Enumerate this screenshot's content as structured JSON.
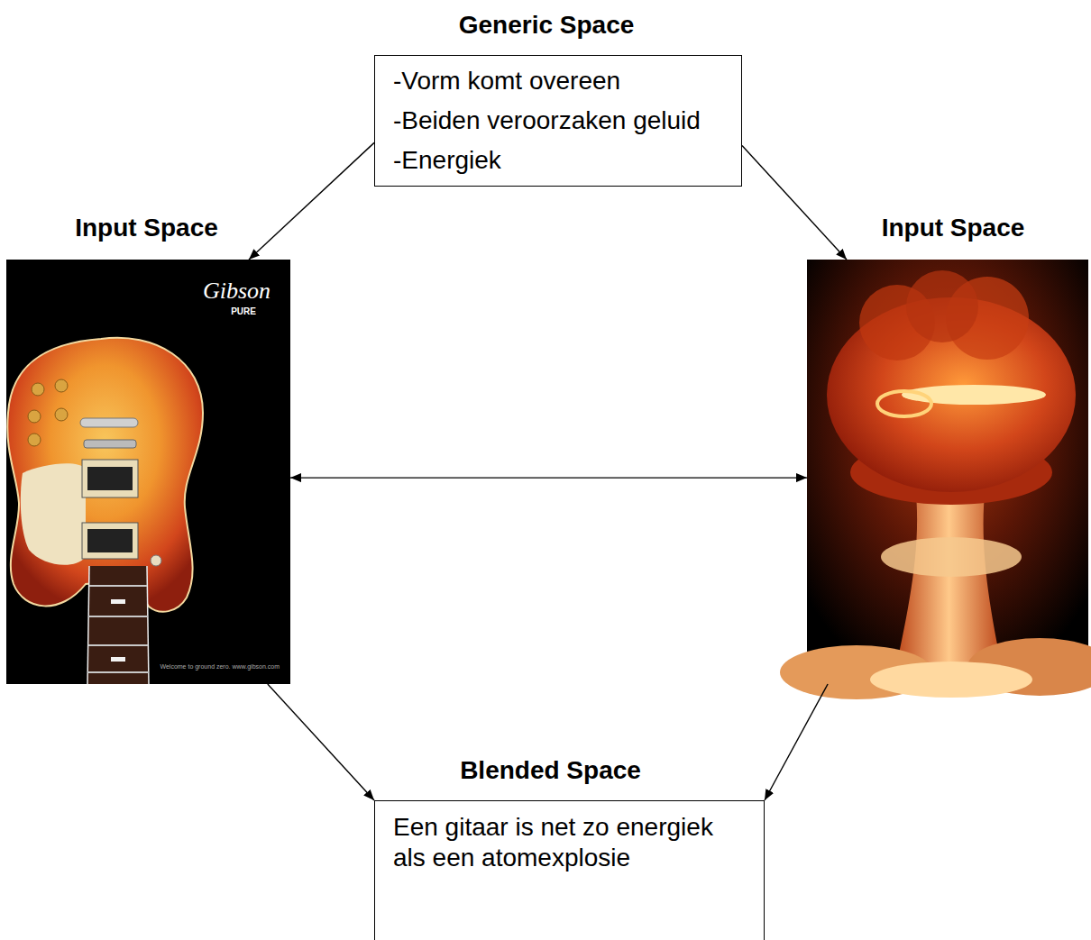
{
  "diagram": {
    "nodes": [
      {
        "text": [
          "Generic Space",
          "-Vorm komt overeen",
          "-Beiden veroorzaken geluid",
          "-Energiek"
        ]
      },
      {
        "text": [
          "Input Space",
          "Gibson",
          "PURE",
          "Welcome to ground zero. www.gibson.com"
        ]
      },
      {
        "text": [
          "Input Space"
        ]
      },
      {
        "text": [
          "Blended Space",
          "Een gitaar is net zo energiek als een atomexplosie"
        ]
      }
    ],
    "edges": [
      {
        "from": 0,
        "to": 1,
        "arrow": "to"
      },
      {
        "from": 0,
        "to": 2,
        "arrow": "to"
      },
      {
        "from": 1,
        "to": 2,
        "arrow": "both"
      },
      {
        "from": 1,
        "to": 3,
        "arrow": "to"
      },
      {
        "from": 2,
        "to": 3,
        "arrow": "to"
      }
    ]
  }
}
